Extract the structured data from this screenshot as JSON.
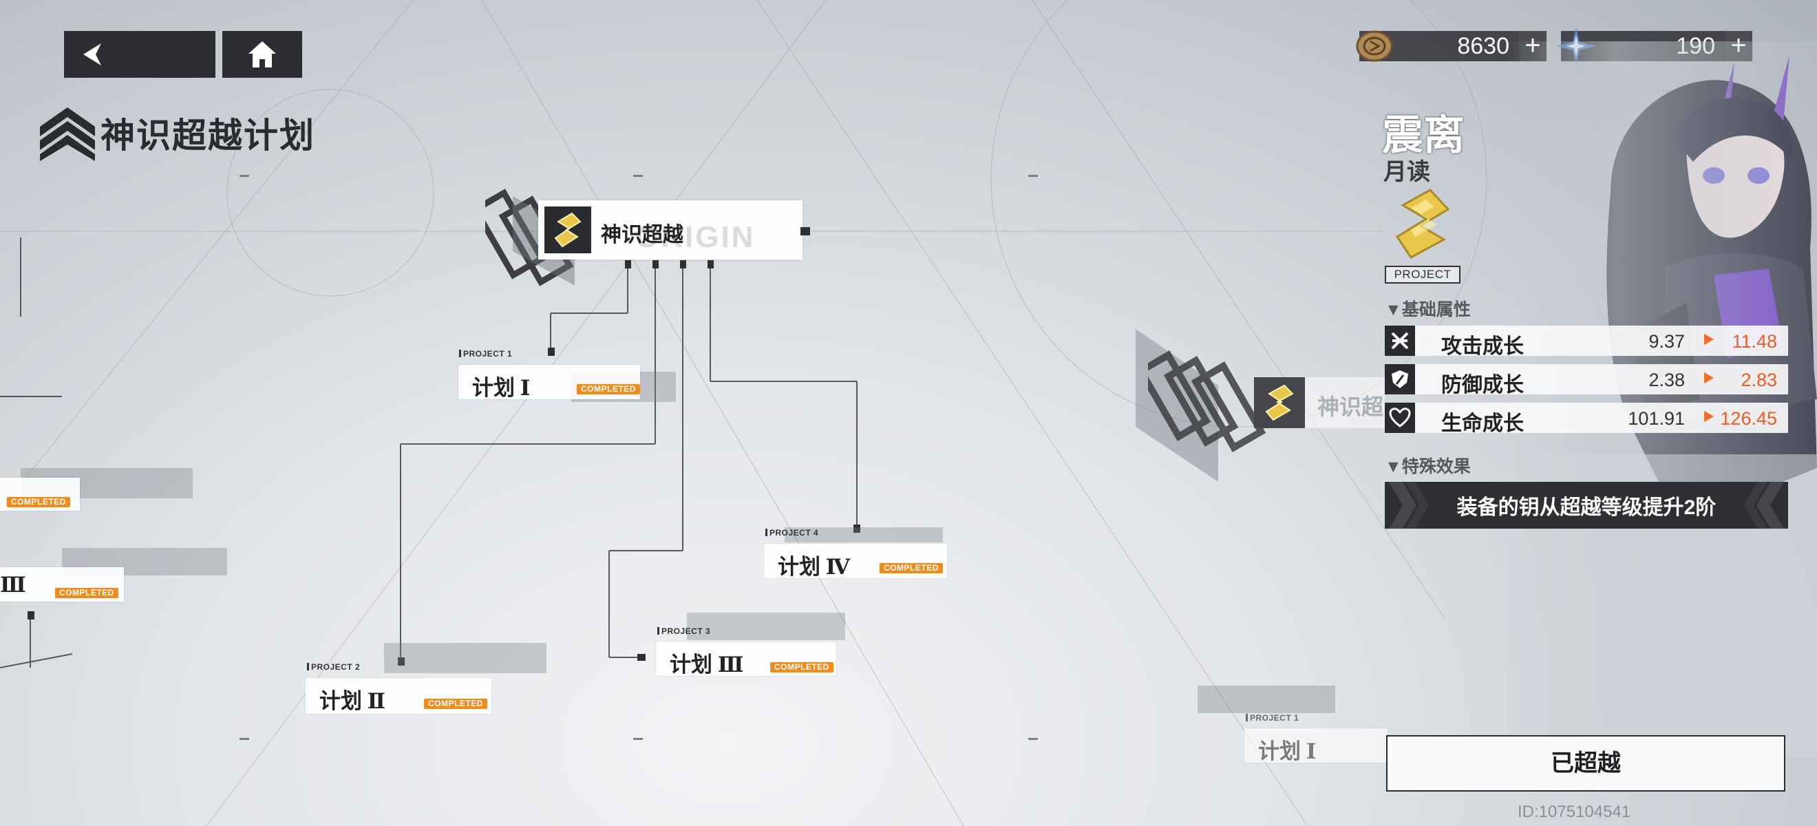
{
  "header": {
    "title": "神识超越计划"
  },
  "currency": [
    {
      "icon": "coin-icon",
      "value": "8630",
      "plus": "+"
    },
    {
      "icon": "crystal-icon",
      "value": "190",
      "plus": "+"
    }
  ],
  "tree": {
    "root_label": "神识超越",
    "root_watermark": "ORIGIN",
    "nodes": [
      {
        "tag": "PROJECT 1",
        "label": "计划 Ⅰ",
        "badge": "COMPLETED"
      },
      {
        "tag": "PROJECT 2",
        "label": "计划 Ⅱ",
        "badge": "COMPLETED"
      },
      {
        "tag": "PROJECT 3",
        "label": "计划 Ⅲ",
        "badge": "COMPLETED"
      },
      {
        "tag": "PROJECT 4",
        "label": "计划 Ⅳ",
        "badge": "COMPLETED"
      }
    ],
    "left_nodes": [
      {
        "label": "",
        "badge": "COMPLETED"
      },
      {
        "label": "Ⅲ",
        "badge": "COMPLETED"
      }
    ],
    "next_branch": {
      "label": "神识超",
      "tag": "PROJECT 1",
      "node_label": "计划 Ⅰ"
    }
  },
  "character": {
    "name": "震离",
    "sub": "月读",
    "project_label": "PROJECT"
  },
  "basic_attr": {
    "title": "▼基础属性",
    "stats": [
      {
        "icon": "attack-icon",
        "name": "攻击成长",
        "old": "9.37",
        "new": "11.48"
      },
      {
        "icon": "defense-icon",
        "name": "防御成长",
        "old": "2.38",
        "new": "2.83"
      },
      {
        "icon": "health-icon",
        "name": "生命成长",
        "old": "101.91",
        "new": "126.45"
      }
    ]
  },
  "special": {
    "title": "▼特殊效果",
    "effect": "装备的钥从超越等级提升2阶"
  },
  "action": {
    "label": "已超越"
  },
  "uid": "ID:1075104541",
  "colors": {
    "accent_orange": "#f26b2c",
    "badge_orange": "#f08c1c",
    "panel_dark": "#2a2b2f",
    "gold": "#e8c74a"
  }
}
